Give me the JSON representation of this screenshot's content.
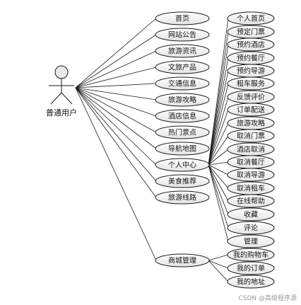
{
  "actor": {
    "label": "普通用户"
  },
  "level1": [
    "首页",
    "网站公告",
    "旅游资讯",
    "文旅产品",
    "交通信息",
    "旅游攻略",
    "酒店信息",
    "热门景点",
    "导航地图",
    "个人中心",
    "美食推荐",
    "旅游线路",
    "商城管理"
  ],
  "personal_center": [
    "个人首页",
    "预定门票",
    "预约酒店",
    "预约餐厅",
    "预约导游",
    "租车服务",
    "反馈评价",
    "订单配送",
    "旅游攻略",
    "取消门票",
    "酒店取消",
    "取消餐厅",
    "取消导游",
    "取消租车",
    "在线帮助",
    "收藏",
    "评论",
    "管理"
  ],
  "mall_management": [
    "我的购物车",
    "我的订单",
    "我的地址"
  ],
  "watermark": "CSDN @高级程序源",
  "colors": {
    "stroke": "#1a1a1a",
    "ellipse_fill_top": "#ffffff",
    "ellipse_fill_bottom": "#e6e6e6",
    "actor_head": "#e8e8e8"
  }
}
